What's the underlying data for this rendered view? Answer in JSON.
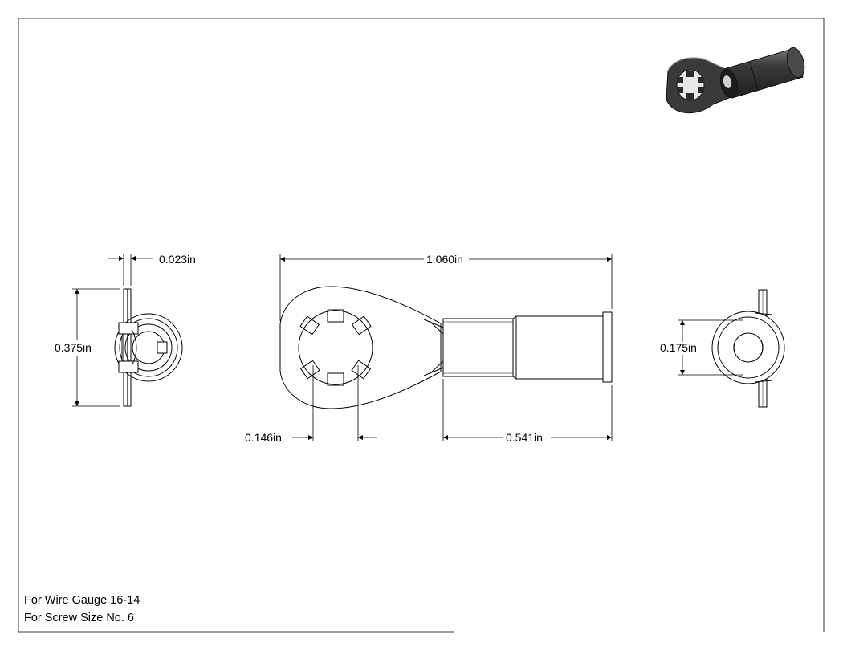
{
  "drawing": {
    "dimensions": {
      "side_thickness": "0.023in",
      "side_height": "0.375in",
      "overall_length": "1.060in",
      "stud_hole": "0.146in",
      "barrel_length": "0.541in",
      "barrel_id": "0.175in"
    },
    "notes": {
      "wire_gauge": "For Wire Gauge 16-14",
      "screw_size": "For Screw Size No. 6"
    }
  },
  "colors": {
    "line": "#000000",
    "iso_dark": "#2b2b2b",
    "iso_mid": "#555555",
    "paper": "#ffffff"
  }
}
